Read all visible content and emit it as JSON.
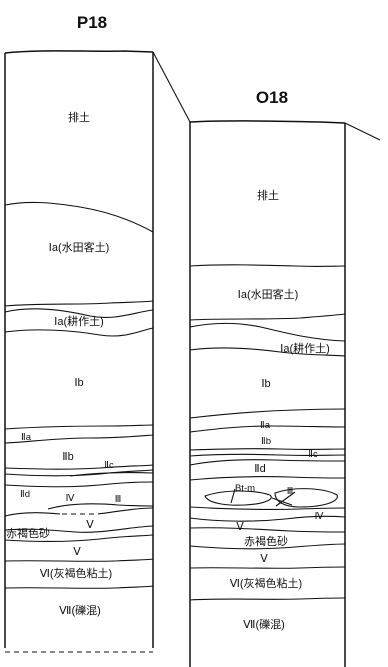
{
  "columns": [
    {
      "title": "P18",
      "labels": {
        "haido": "排土",
        "ia_suiden": "Ⅰa(水田客土)",
        "ia_kosaku": "Ⅰa(耕作土)",
        "ib": "Ⅰb",
        "iia": "Ⅱa",
        "iib": "Ⅱb",
        "iic": "Ⅱc",
        "iid": "Ⅱd",
        "iii": "Ⅲ",
        "iv": "Ⅳ",
        "v_upper": "Ⅴ",
        "sekikasshoku_sha": "赤褐色砂",
        "v_lower": "Ⅴ",
        "vi": "Ⅵ(灰褐色粘土)",
        "vii": "Ⅶ(礫混)"
      }
    },
    {
      "title": "O18",
      "labels": {
        "haido": "排土",
        "ia_suiden": "Ⅰa(水田客土)",
        "ia_kosaku": "Ⅰa(耕作土)",
        "ib": "Ⅰb",
        "iia": "Ⅱa",
        "iib": "Ⅱb",
        "iic": "Ⅱc",
        "iid": "Ⅱd",
        "btm": "Bt-m",
        "iii": "Ⅲ",
        "iv": "Ⅳ",
        "v_upper": "Ⅴ",
        "sekikasshoku_sha": "赤褐色砂",
        "v_lower": "Ⅴ",
        "vi": "Ⅵ(灰褐色粘土)",
        "vii": "Ⅶ(礫混)"
      }
    }
  ]
}
